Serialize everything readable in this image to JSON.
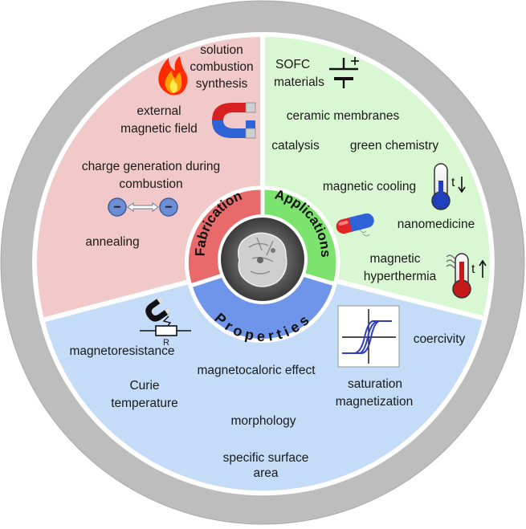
{
  "sectors": {
    "fabrication": {
      "title": "Fabrication",
      "color": "#f2c9c9",
      "ring_color": "#e86a6a",
      "items": {
        "solution_1": "solution",
        "solution_2": "combustion",
        "solution_3": "synthesis",
        "field_1": "external",
        "field_2": "magnetic field",
        "charge_1": "charge generation during",
        "charge_2": "combustion",
        "annealing": "annealing"
      }
    },
    "applications": {
      "title": "Applications",
      "color": "#d9f7d3",
      "ring_color": "#7be36e",
      "items": {
        "sofc_1": "SOFC",
        "sofc_2": "materials",
        "membranes": "ceramic membranes",
        "catalysis": "catalysis",
        "green": "green chemistry",
        "cooling": "magnetic cooling",
        "nanomedicine": "nanomedicine",
        "hyper_1": "magnetic",
        "hyper_2": "hyperthermia"
      }
    },
    "properties": {
      "title": "Properties",
      "color": "#c4dcf7",
      "ring_color": "#6f95ea",
      "items": {
        "magnetoresistance": "magnetoresistance",
        "coercivity": "coercivity",
        "magnetocaloric": "magnetocaloric effect",
        "curie_1": "Curie",
        "curie_2": "temperature",
        "saturation_1": "saturation",
        "saturation_2": "magnetization",
        "morphology": "morphology",
        "surface_1": "specific surface",
        "surface_2": "area"
      }
    }
  },
  "icons": {
    "resistor_label": "R",
    "thermo_t": "t",
    "charge_minus": "−"
  },
  "colors": {
    "outer_ring": "#bcbcbc",
    "ring_border": "#ffffff",
    "center_dark": "#3d3d3d"
  }
}
